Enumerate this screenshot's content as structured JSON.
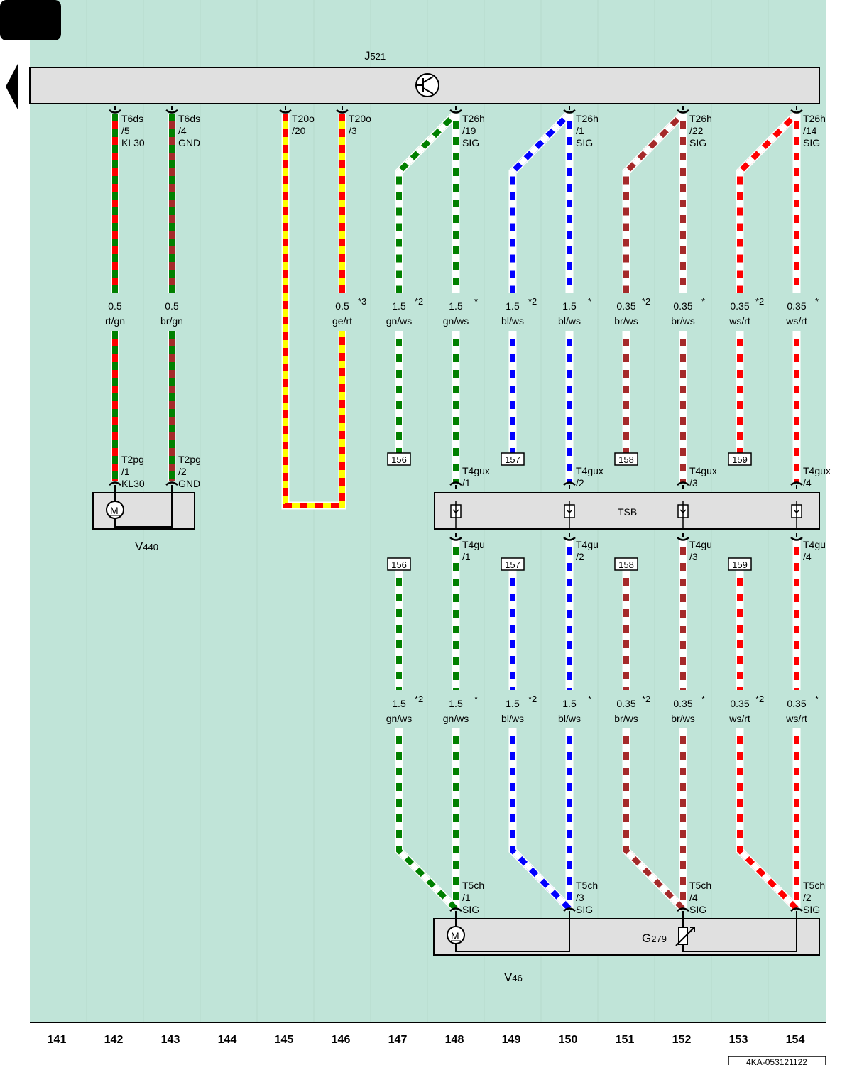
{
  "colors": {
    "background": "#c0e4d8",
    "component": "#e0e0e0",
    "rt": "#ff0000",
    "gn": "#008000",
    "br": "#a52a2a",
    "ge": "#ffff00",
    "bl": "#0000ff",
    "ws": "#ffffff"
  },
  "components": {
    "j521": {
      "main": "J",
      "sub": "521"
    },
    "v440": {
      "main": "V",
      "sub": "440"
    },
    "tsb": {
      "label": "TSB"
    },
    "g279": {
      "main": "G",
      "sub": "279"
    },
    "v46": {
      "main": "V",
      "sub": "46"
    }
  },
  "connectors_top": [
    {
      "lines": [
        "T6ds",
        "/5",
        "KL30"
      ]
    },
    {
      "lines": [
        "T6ds",
        "/4",
        "GND"
      ]
    },
    {
      "lines": [
        "T20o",
        "/20"
      ]
    },
    {
      "lines": [
        "T20o",
        "/3"
      ]
    },
    {
      "lines": [
        "T26h",
        "/19",
        "SIG"
      ]
    },
    {
      "lines": [
        "T26h",
        "/1",
        "SIG"
      ]
    },
    {
      "lines": [
        "T26h",
        "/22",
        "SIG"
      ]
    },
    {
      "lines": [
        "T26h",
        "/14",
        "SIG"
      ]
    }
  ],
  "connectors_mid": [
    {
      "lines": [
        "T2pg",
        "/1",
        "KL30"
      ]
    },
    {
      "lines": [
        "T2pg",
        "/2",
        "GND"
      ]
    },
    {
      "lines": [
        "T4gux",
        "/1"
      ]
    },
    {
      "lines": [
        "T4gux",
        "/2"
      ]
    },
    {
      "lines": [
        "T4gux",
        "/3"
      ]
    },
    {
      "lines": [
        "T4gux",
        "/4"
      ]
    },
    {
      "lines": [
        "T4gu",
        "/1"
      ]
    },
    {
      "lines": [
        "T4gu",
        "/2"
      ]
    },
    {
      "lines": [
        "T4gu",
        "/3"
      ]
    },
    {
      "lines": [
        "T4gu",
        "/4"
      ]
    }
  ],
  "connectors_bottom": [
    {
      "lines": [
        "T5ch",
        "/1",
        "SIG"
      ]
    },
    {
      "lines": [
        "T5ch",
        "/3",
        "SIG"
      ]
    },
    {
      "lines": [
        "T5ch",
        "/4",
        "SIG"
      ]
    },
    {
      "lines": [
        "T5ch",
        "/2",
        "SIG"
      ]
    }
  ],
  "wire_labels_top": [
    {
      "size": "0.5",
      "color": "rt/gn",
      "note": ""
    },
    {
      "size": "0.5",
      "color": "br/gn",
      "note": ""
    },
    {
      "size": "0.5",
      "color": "ge/rt",
      "note": "*3"
    },
    {
      "size": "1.5",
      "color": "gn/ws",
      "note": "*2"
    },
    {
      "size": "1.5",
      "color": "gn/ws",
      "note": "*"
    },
    {
      "size": "1.5",
      "color": "bl/ws",
      "note": "*2"
    },
    {
      "size": "1.5",
      "color": "bl/ws",
      "note": "*"
    },
    {
      "size": "0.35",
      "color": "br/ws",
      "note": "*2"
    },
    {
      "size": "0.35",
      "color": "br/ws",
      "note": "*"
    },
    {
      "size": "0.35",
      "color": "ws/rt",
      "note": "*2"
    },
    {
      "size": "0.35",
      "color": "ws/rt",
      "note": "*"
    }
  ],
  "wire_labels_bottom": [
    {
      "size": "1.5",
      "color": "gn/ws",
      "note": "*2"
    },
    {
      "size": "1.5",
      "color": "gn/ws",
      "note": "*"
    },
    {
      "size": "1.5",
      "color": "bl/ws",
      "note": "*2"
    },
    {
      "size": "1.5",
      "color": "bl/ws",
      "note": "*"
    },
    {
      "size": "0.35",
      "color": "br/ws",
      "note": "*2"
    },
    {
      "size": "0.35",
      "color": "br/ws",
      "note": "*"
    },
    {
      "size": "0.35",
      "color": "ws/rt",
      "note": "*2"
    },
    {
      "size": "0.35",
      "color": "ws/rt",
      "note": "*"
    }
  ],
  "ref_boxes": [
    "156",
    "157",
    "158",
    "159",
    "156",
    "157",
    "158",
    "159"
  ],
  "columns": [
    "141",
    "142",
    "143",
    "144",
    "145",
    "146",
    "147",
    "148",
    "149",
    "150",
    "151",
    "152",
    "153",
    "154"
  ],
  "doc_ref": "4KA-053121122"
}
